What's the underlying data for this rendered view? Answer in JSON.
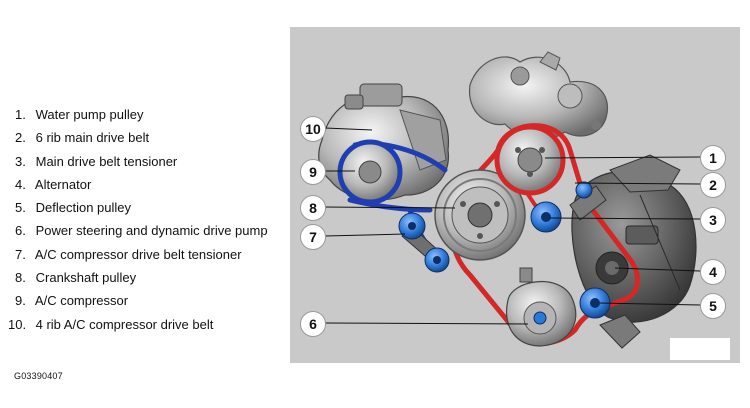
{
  "legend": [
    {
      "number": "1.",
      "label": "Water pump pulley"
    },
    {
      "number": "2.",
      "label": "6 rib main drive belt"
    },
    {
      "number": "3.",
      "label": "Main drive belt tensioner"
    },
    {
      "number": "4.",
      "label": "Alternator"
    },
    {
      "number": "5.",
      "label": "Deflection pulley"
    },
    {
      "number": "6.",
      "label": "Power steering and dynamic drive pump"
    },
    {
      "number": "7.",
      "label": "A/C compressor drive belt tensioner"
    },
    {
      "number": "8.",
      "label": "Crankshaft pulley"
    },
    {
      "number": "9.",
      "label": "A/C compressor"
    },
    {
      "number": "10.",
      "label": "4 rib A/C compressor drive belt"
    }
  ],
  "callouts": [
    "1",
    "2",
    "3",
    "4",
    "5",
    "6",
    "7",
    "8",
    "9",
    "10"
  ],
  "figure_id": "G03390407",
  "colors": {
    "panel_background": "#c9c9c9",
    "main_belt": "#d42828",
    "ac_belt": "#1f3fb0",
    "tensioner_blue": "#2c78d6",
    "metal_gray": "#8e8e8e"
  }
}
